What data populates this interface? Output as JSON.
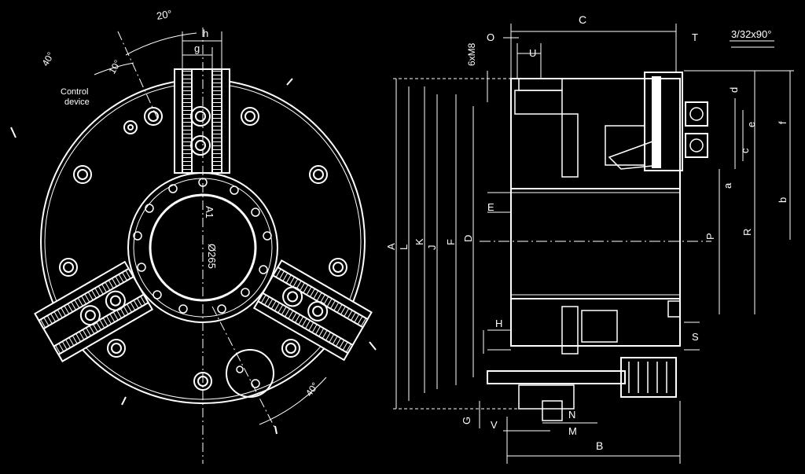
{
  "front_view": {
    "labels": {
      "angle_20": "20°",
      "angle_40_top": "40°",
      "angle_10": "10°",
      "angle_40_bottom": "40°",
      "h": "h",
      "g": "g",
      "control_line1": "Control",
      "control_line2": "device",
      "a1": "A1",
      "bore": "Ø265"
    }
  },
  "side_view": {
    "labels": {
      "C": "C",
      "O": "O",
      "T": "T",
      "thread_note": "3/32x90°",
      "U": "U",
      "bolts": "6xM8",
      "A": "A",
      "L": "L",
      "K": "K",
      "J": "J",
      "F": "F",
      "D": "D",
      "E": "E",
      "H": "H",
      "G": "G",
      "V": "V",
      "N": "N",
      "M": "M",
      "B": "B",
      "S": "S",
      "P": "P",
      "R": "R",
      "a": "a",
      "b": "b",
      "c": "c",
      "d": "d",
      "e": "e",
      "f": "f"
    }
  },
  "colors": {
    "background": "#000000",
    "line": "#ffffff"
  }
}
